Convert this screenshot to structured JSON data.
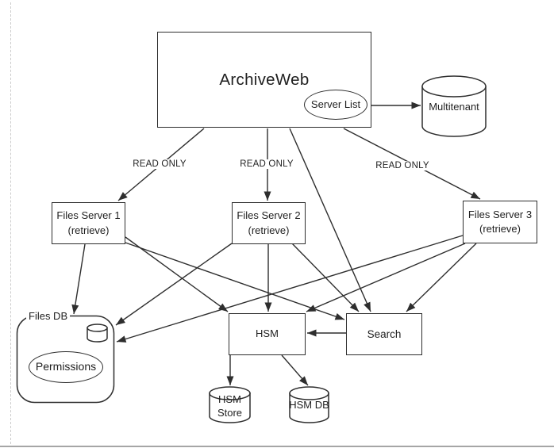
{
  "nodes": {
    "archiveweb": {
      "label": "ArchiveWeb"
    },
    "server_list": {
      "label": "Server List"
    },
    "multitenant": {
      "label": "Multitenant"
    },
    "files_server_1": {
      "line1": "Files Server 1",
      "line2": "(retrieve)"
    },
    "files_server_2": {
      "line1": "Files Server 2",
      "line2": "(retrieve)"
    },
    "files_server_3": {
      "line1": "Files Server 3",
      "line2": "(retrieve)"
    },
    "files_db": {
      "label": "Files DB",
      "permissions": "Permissions"
    },
    "hsm": {
      "label": "HSM"
    },
    "search": {
      "label": "Search"
    },
    "hsm_store": {
      "line1": "HSM",
      "line2": "Store"
    },
    "hsm_db": {
      "label": "HSM DB"
    }
  },
  "connections": [
    {
      "from": "archiveweb",
      "to": "files-server-1",
      "label": "READ ONLY"
    },
    {
      "from": "archiveweb",
      "to": "files-server-2",
      "label": "READ ONLY"
    },
    {
      "from": "archiveweb",
      "to": "files-server-3",
      "label": "READ ONLY"
    },
    {
      "from": "server-list",
      "to": "multitenant",
      "label": ""
    },
    {
      "from": "archiveweb",
      "to": "search",
      "label": ""
    },
    {
      "from": "files-server-1",
      "to": "files-db",
      "label": ""
    },
    {
      "from": "files-server-1",
      "to": "hsm",
      "label": ""
    },
    {
      "from": "files-server-1",
      "to": "search",
      "label": ""
    },
    {
      "from": "files-server-2",
      "to": "files-db",
      "label": ""
    },
    {
      "from": "files-server-2",
      "to": "hsm",
      "label": ""
    },
    {
      "from": "files-server-2",
      "to": "search",
      "label": ""
    },
    {
      "from": "files-server-3",
      "to": "files-db",
      "label": ""
    },
    {
      "from": "files-server-3",
      "to": "hsm",
      "label": ""
    },
    {
      "from": "files-server-3",
      "to": "search",
      "label": ""
    },
    {
      "from": "search",
      "to": "hsm",
      "label": ""
    },
    {
      "from": "hsm",
      "to": "hsm-store",
      "label": ""
    },
    {
      "from": "hsm",
      "to": "hsm-db",
      "label": ""
    }
  ],
  "colors": {
    "line": "#2e2e2e",
    "background": "#ffffff",
    "page_guide": "#cccccc",
    "page_edge": "#a6a6a6"
  }
}
